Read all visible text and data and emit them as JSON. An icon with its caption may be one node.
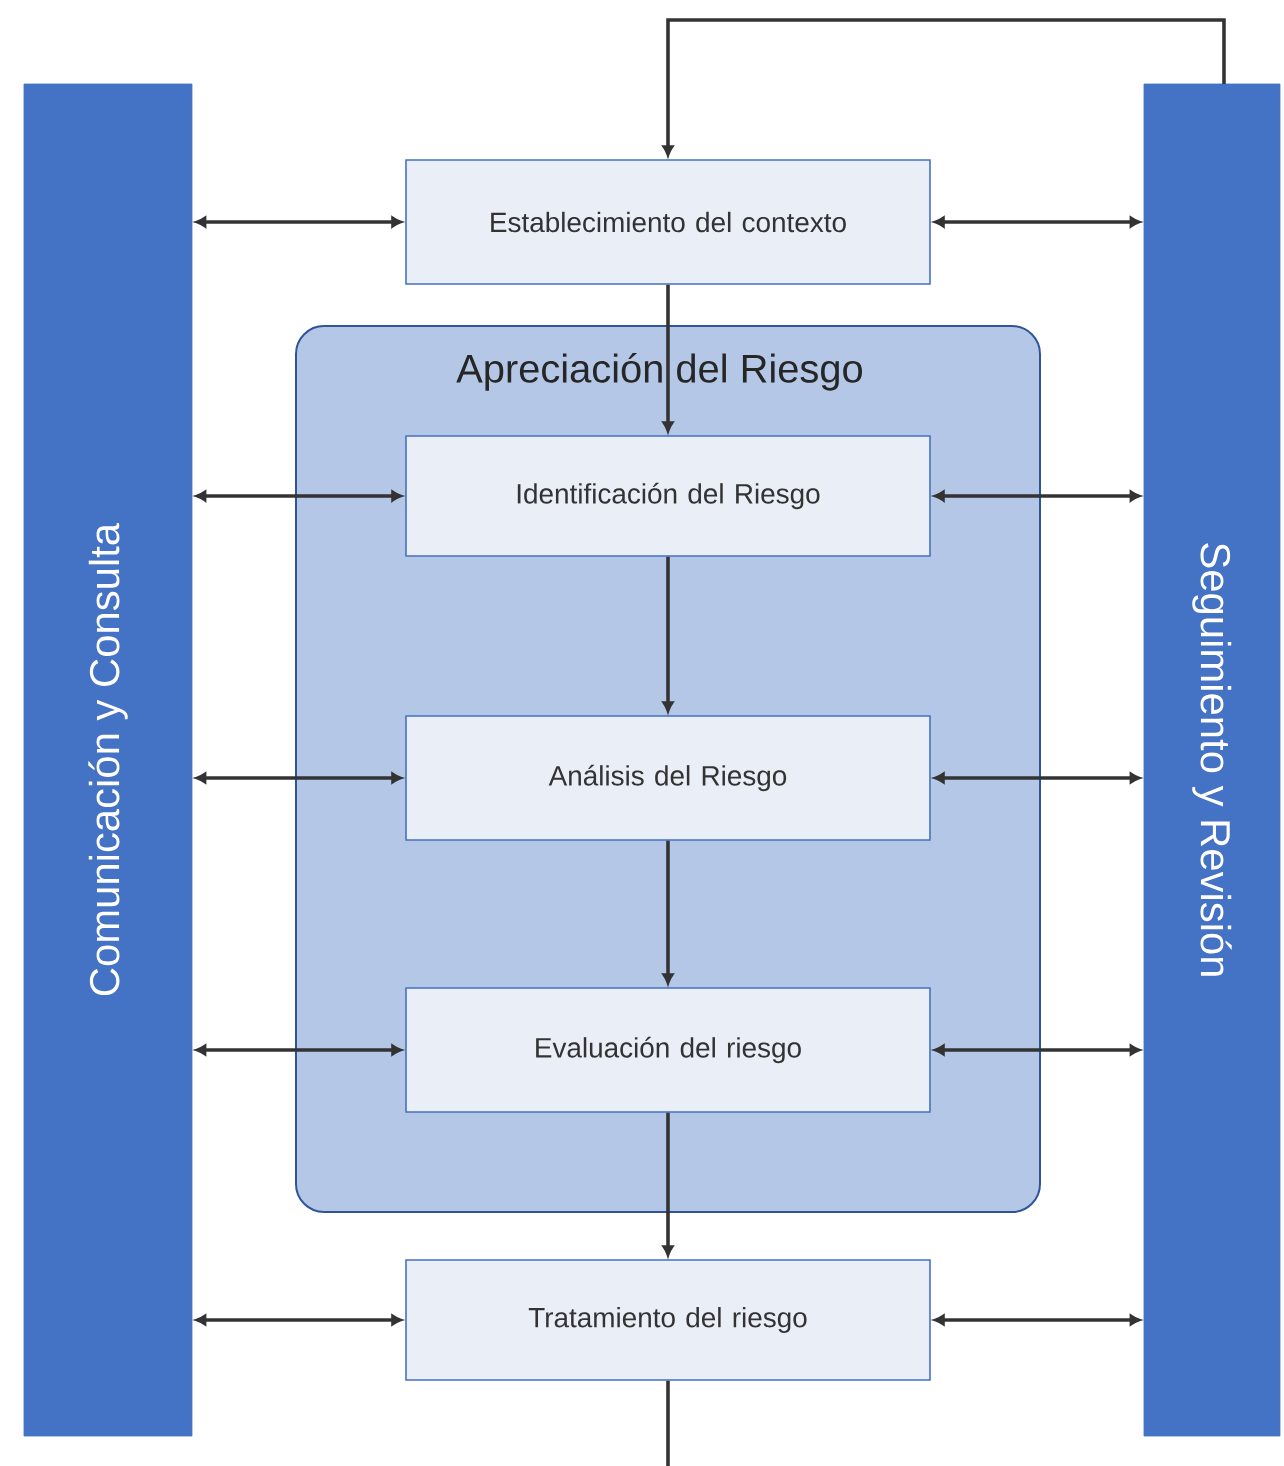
{
  "diagram": {
    "nodes": [
      {
        "text": [
          "Comunicación y Consulta"
        ]
      },
      {
        "text": [
          "Seguimiento y Revisión"
        ]
      },
      {
        "text": [
          "Establecimiento del contexto"
        ]
      },
      {
        "text": [
          "Apreciación del Riesgo"
        ]
      },
      {
        "text": [
          "Identificación del Riesgo"
        ],
        "in": 3
      },
      {
        "text": [
          "Análisis del Riesgo"
        ],
        "in": 3
      },
      {
        "text": [
          "Evaluación del riesgo"
        ],
        "in": 3
      },
      {
        "text": [
          "Tratamiento del riesgo"
        ]
      }
    ],
    "edges": [
      {
        "from": 0,
        "to": 2,
        "arrow": "both"
      },
      {
        "from": 2,
        "to": 1,
        "arrow": "both"
      },
      {
        "from": 0,
        "to": 4,
        "arrow": "both"
      },
      {
        "from": 4,
        "to": 1,
        "arrow": "both"
      },
      {
        "from": 0,
        "to": 5,
        "arrow": "both"
      },
      {
        "from": 5,
        "to": 1,
        "arrow": "both"
      },
      {
        "from": 0,
        "to": 6,
        "arrow": "both"
      },
      {
        "from": 6,
        "to": 1,
        "arrow": "both"
      },
      {
        "from": 0,
        "to": 7,
        "arrow": "both"
      },
      {
        "from": 7,
        "to": 1,
        "arrow": "both"
      },
      {
        "from": 1,
        "to": 2,
        "arrow": "to"
      },
      {
        "from": 2,
        "to": 4,
        "arrow": "to"
      },
      {
        "from": 4,
        "to": 5,
        "arrow": "to"
      },
      {
        "from": 5,
        "to": 6,
        "arrow": "to"
      },
      {
        "from": 6,
        "to": 7,
        "arrow": "to"
      },
      {
        "from": 7,
        "to": null,
        "arrow": "none"
      }
    ]
  }
}
